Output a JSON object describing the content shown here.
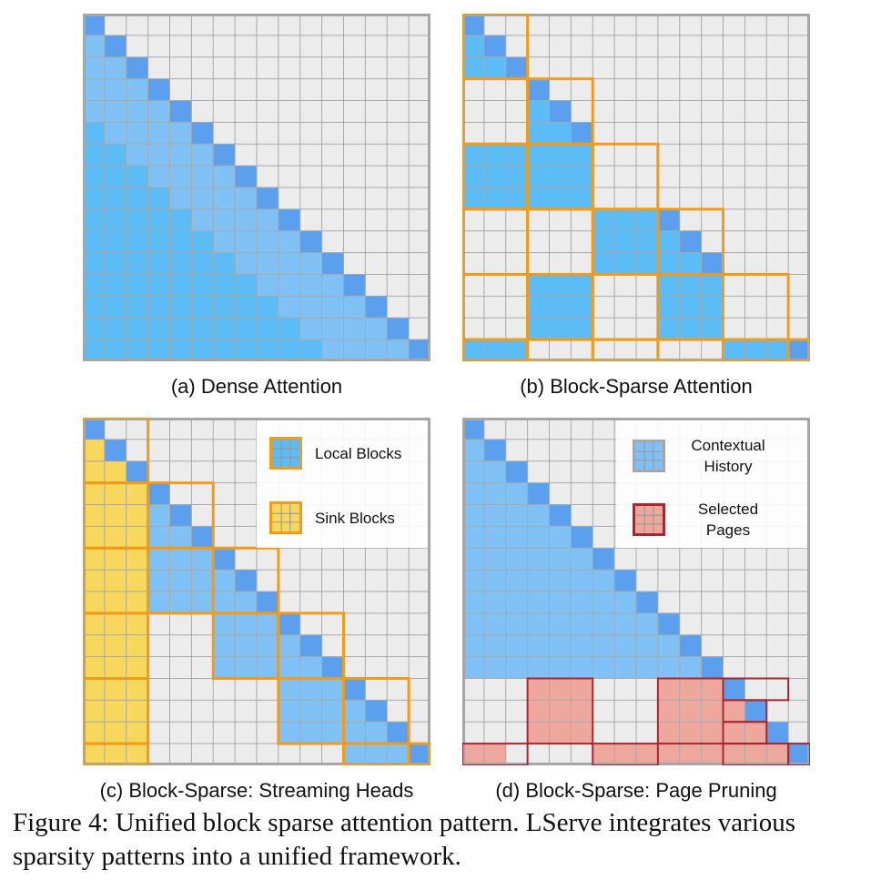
{
  "panels": {
    "a": {
      "label": "(a) Dense Attention"
    },
    "b": {
      "label": "(b) Block-Sparse Attention"
    },
    "c": {
      "label": "(c) Block-Sparse: Streaming Heads"
    },
    "d": {
      "label": "(d) Block-Sparse: Page Pruning"
    }
  },
  "legend_c": {
    "local": "Local Blocks",
    "sink": "Sink Blocks"
  },
  "legend_d": {
    "history_l1": "Contextual",
    "history_l2": "History",
    "selected_l1": "Selected",
    "selected_l2": "Pages"
  },
  "caption": "Figure 4: Unified block sparse attention pattern. LServe integrates various sparsity patterns into a unified framework.",
  "grid_tokens": 16,
  "colors": {
    "empty": "#ececec",
    "gridline": "#a8a8a8",
    "diag": "#5aa0ee",
    "dense": "#5cbcf5",
    "dense_light": "#7fc1f4",
    "sink": "#f7d85c",
    "orange": "#f29a1a",
    "page": "#eea79d",
    "page_border": "#a8262e",
    "border": "#a6a6a6"
  }
}
